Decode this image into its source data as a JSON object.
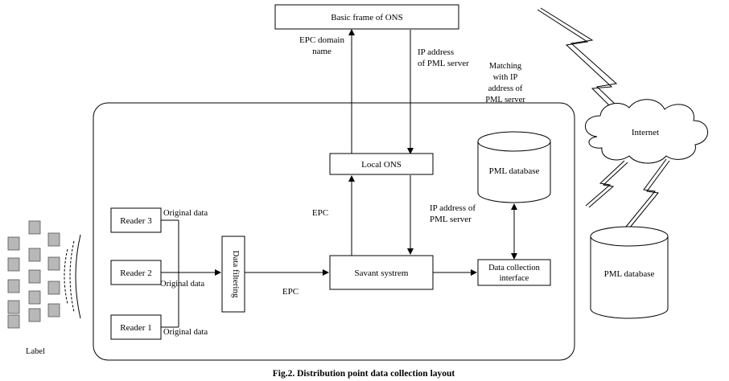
{
  "diagram": {
    "ons_frame": "Basic frame of ONS",
    "epc_domain_name": [
      "EPC domain",
      "name"
    ],
    "ip_pml_top": [
      "IP address",
      "of PML server"
    ],
    "matching": [
      "Matching",
      "with IP",
      "address of",
      "PML server"
    ],
    "internet": "Internet",
    "local_ons": "Local ONS",
    "pml_database_inner": "PML database",
    "pml_database_outer": "PML database",
    "epc_up": "EPC",
    "ip_pml_mid": [
      "IP address of",
      "PML server"
    ],
    "readers": [
      "Reader 3",
      "Reader 2",
      "Reader 1"
    ],
    "original_data": [
      "Original data",
      "Original data",
      "Original data"
    ],
    "data_filtering": "Data filtering",
    "epc_bottom": "EPC",
    "savant": "Savant systrem",
    "data_collection": [
      "Data collection",
      "interface"
    ],
    "label": "Label",
    "caption": "Fig.2. Distribution point data collection layout"
  }
}
